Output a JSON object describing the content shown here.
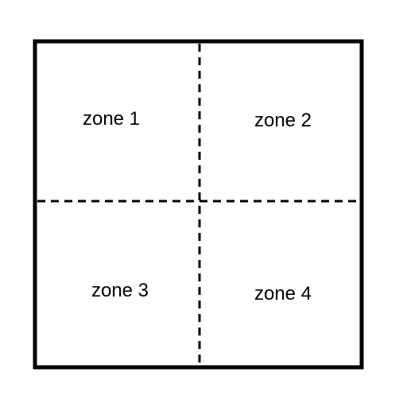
{
  "zones": [
    {
      "label": "zone 1"
    },
    {
      "label": "zone 2"
    },
    {
      "label": "zone 3"
    },
    {
      "label": "zone 4"
    }
  ],
  "colors": {
    "line": "#000000",
    "background": "#ffffff"
  }
}
